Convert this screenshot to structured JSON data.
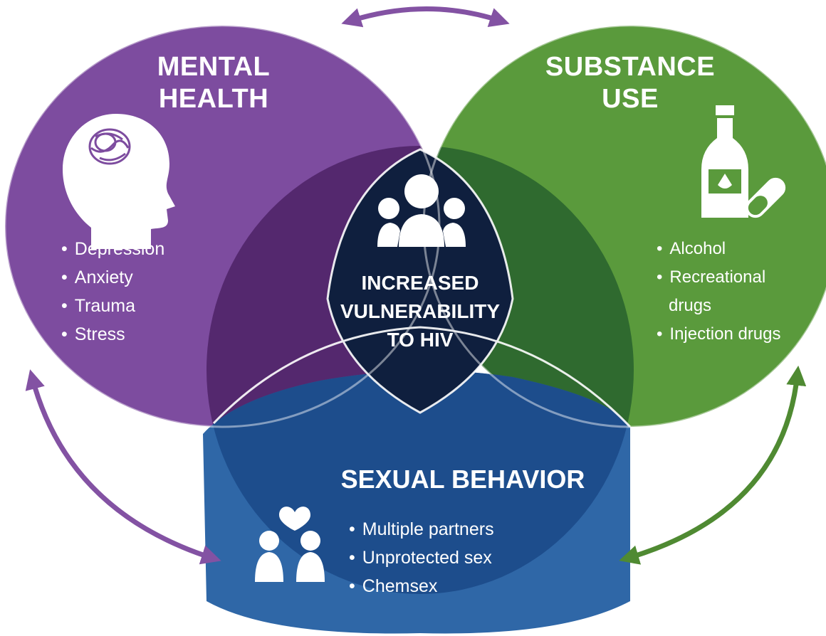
{
  "colors": {
    "mental_health": "#7d4c9f",
    "substance_use": "#5a9a3c",
    "sexual_behavior": "#2f67a7",
    "center": "#0f1f3e",
    "arrow_purple": "#8352a3",
    "arrow_green": "#4f8a32"
  },
  "mental_health": {
    "title": [
      "MENTAL",
      "HEALTH"
    ],
    "items": [
      "Depression",
      "Anxiety",
      "Trauma",
      "Stress"
    ],
    "icon": "head-brain-icon"
  },
  "substance_use": {
    "title": [
      "SUBSTANCE",
      "USE"
    ],
    "items": [
      "Alcohol",
      "Recreational",
      "drugs",
      "Injection drugs"
    ],
    "icon": "bottle-pill-icon"
  },
  "sexual_behavior": {
    "title": "SEXUAL BEHAVIOR",
    "items": [
      "Multiple partners",
      "Unprotected sex",
      "Chemsex"
    ],
    "icon": "couple-heart-icon"
  },
  "center": {
    "lines": [
      "INCREASED",
      "VULNERABILITY",
      "TO HIV"
    ],
    "icon": "group-people-icon"
  },
  "arrows": [
    "top-bidirectional-arrow",
    "left-bidirectional-arrow",
    "right-bidirectional-arrow"
  ]
}
